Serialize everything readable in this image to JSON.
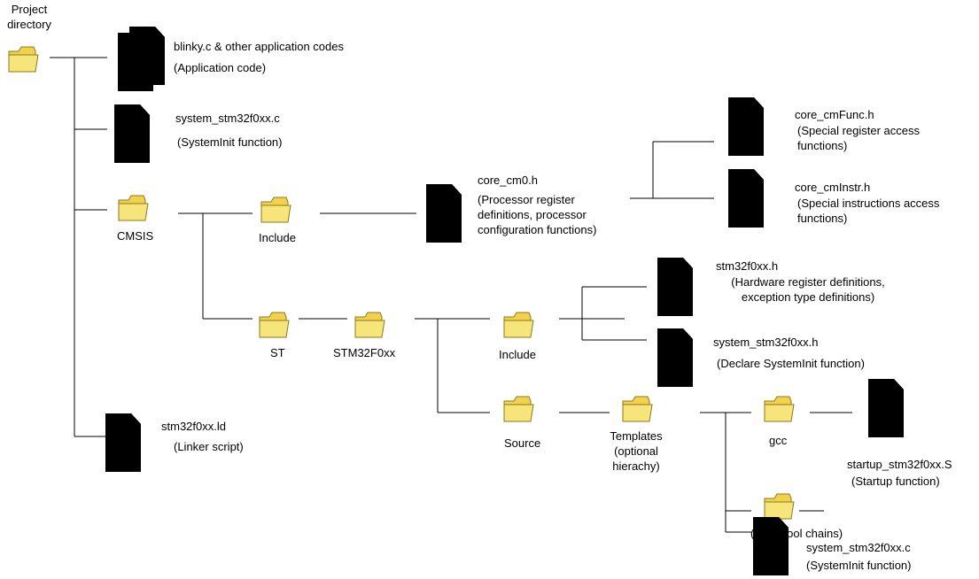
{
  "colors": {
    "folder_fill": "#f6e57a",
    "folder_tab": "#f2d24c",
    "folder_stroke": "#8a7a1e",
    "line": "#000000"
  },
  "icons": {
    "folder": "folder-icon",
    "document": "document-icon"
  },
  "root": {
    "line1": "Project",
    "line2": "directory"
  },
  "app_code": {
    "name": "blinky.c & other application codes",
    "desc": "(Application code)"
  },
  "system_c": {
    "name": "system_stm32f0xx.c",
    "desc": "(SystemInit function)"
  },
  "cmsis": "CMSIS",
  "cmsis_include": "Include",
  "core_cm0": {
    "name": "core_cm0.h",
    "desc1": "(Processor register",
    "desc2": "definitions, processor",
    "desc3": "configuration functions)"
  },
  "core_cmfunc": {
    "name": "core_cmFunc.h",
    "desc1": "(Special register access",
    "desc2": "functions)"
  },
  "core_cminstr": {
    "name": "core_cmInstr.h",
    "desc1": "(Special instructions access",
    "desc2": "functions)"
  },
  "st": "ST",
  "stm32f0xx": "STM32F0xx",
  "st_include": "Include",
  "stm32f0xx_h": {
    "name": "stm32f0xx.h",
    "desc1": "(Hardware register definitions,",
    "desc2": "exception type definitions)"
  },
  "system_h": {
    "name": "system_stm32f0xx.h",
    "desc": "(Declare SystemInit function)"
  },
  "source": "Source",
  "templates": {
    "line1": "Templates",
    "line2": "(optional",
    "line3": "hierachy)"
  },
  "gcc": "gcc",
  "startup": {
    "name": "startup_stm32f0xx.S",
    "desc": "(Startup function)"
  },
  "other_tools": "(other tool chains)",
  "system_c2": {
    "name": "system_stm32f0xx.c",
    "desc": "(SystemInit function)"
  },
  "linker": {
    "name": "stm32f0xx.ld",
    "desc": "(Linker script)"
  }
}
